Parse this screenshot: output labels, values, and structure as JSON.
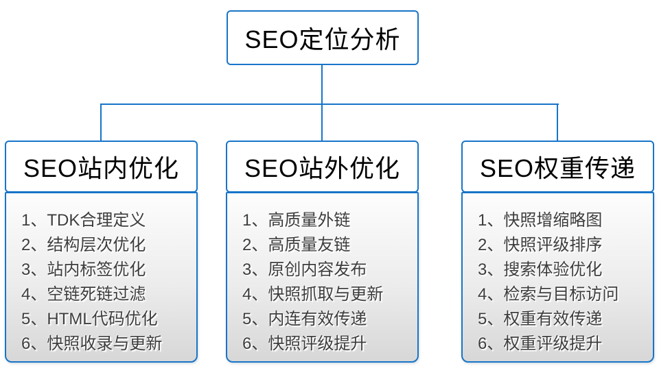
{
  "colors": {
    "line": "#1774c8",
    "box_border": "#1774c8",
    "title_text": "#000000",
    "item_text": "#3d3d3d",
    "list_bg_top": "#fdfdfd",
    "list_bg_mid": "#ececec",
    "list_bg_bottom": "#d7d7d7"
  },
  "diagram": {
    "root": {
      "title": "SEO定位分析"
    },
    "branches": [
      {
        "title": "SEO站内优化",
        "items": [
          "1、TDK合理定义",
          "2、结构层次优化",
          "3、站内标签优化",
          "4、空链死链过滤",
          "5、HTML代码优化",
          "6、快照收录与更新"
        ]
      },
      {
        "title": "SEO站外优化",
        "items": [
          "1、高质量外链",
          "2、高质量友链",
          "3、原创内容发布",
          "4、快照抓取与更新",
          "5、内连有效传递",
          "6、快照评级提升"
        ]
      },
      {
        "title": "SEO权重传递",
        "items": [
          "1、快照增缩略图",
          "2、快照评级排序",
          "3、搜索体验优化",
          "4、检索与目标访问",
          "5、权重有效传递",
          "6、权重评级提升"
        ]
      }
    ]
  }
}
